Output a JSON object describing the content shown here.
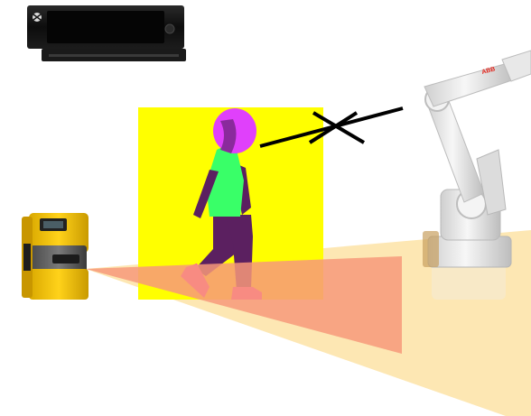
{
  "colors": {
    "background": "#ffffff",
    "person_bounding_box": "#ffff00",
    "wide_safety_zone": "#fde7b3",
    "sensor_beam": "#f7997a",
    "person_head": "#e040fb",
    "person_torso": "#39ff68",
    "person_legs": "#5b2060",
    "person_feet": "#ff3fb0",
    "blocked_line": "#000000",
    "robot_body": "#ececec",
    "sensor_housing": "#f2c400",
    "kinect_body": "#111111"
  },
  "objects": {
    "depth_camera": {
      "kind": "kinect-sensor",
      "brand_mark": "xbox-logo"
    },
    "safety_laser_scanner": {
      "kind": "safety-laser-scanner"
    },
    "industrial_robot": {
      "kind": "industrial-robot-arm",
      "brand_text": "ABB"
    },
    "person": {
      "kind": "segmented-person-silhouette"
    },
    "blocked_connection": {
      "kind": "line-with-cross",
      "meaning": "blocked"
    }
  }
}
